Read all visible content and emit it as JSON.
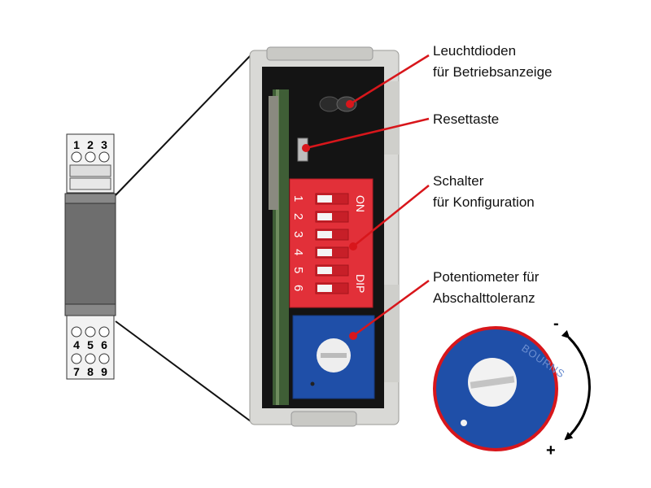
{
  "module": {
    "terminals_top": [
      "1",
      "2",
      "3"
    ],
    "terminals_bottom_upper": [
      "4",
      "5",
      "6"
    ],
    "terminals_bottom_lower": [
      "7",
      "8",
      "9"
    ]
  },
  "dip_switch": {
    "on_label": "ON",
    "dip_label": "DIP",
    "numbers": [
      "1",
      "2",
      "3",
      "4",
      "5",
      "6"
    ]
  },
  "callouts": {
    "leds": {
      "line1": "Leuchtdioden",
      "line2": "für Betriebsanzeige"
    },
    "reset": {
      "line1": "Resettaste"
    },
    "switches": {
      "line1": "Schalter",
      "line2": "für Konfiguration"
    },
    "pot": {
      "line1": "Potentiometer für",
      "line2": "Abschalttoleranz"
    }
  },
  "zoom": {
    "minus": "-",
    "plus": "+",
    "brand": "BOURNS"
  },
  "colors": {
    "callout_red": "#d8161b",
    "dip_red": "#e23039",
    "pot_blue": "#1f4fa8",
    "housing_gray": "#6e6e6e"
  }
}
